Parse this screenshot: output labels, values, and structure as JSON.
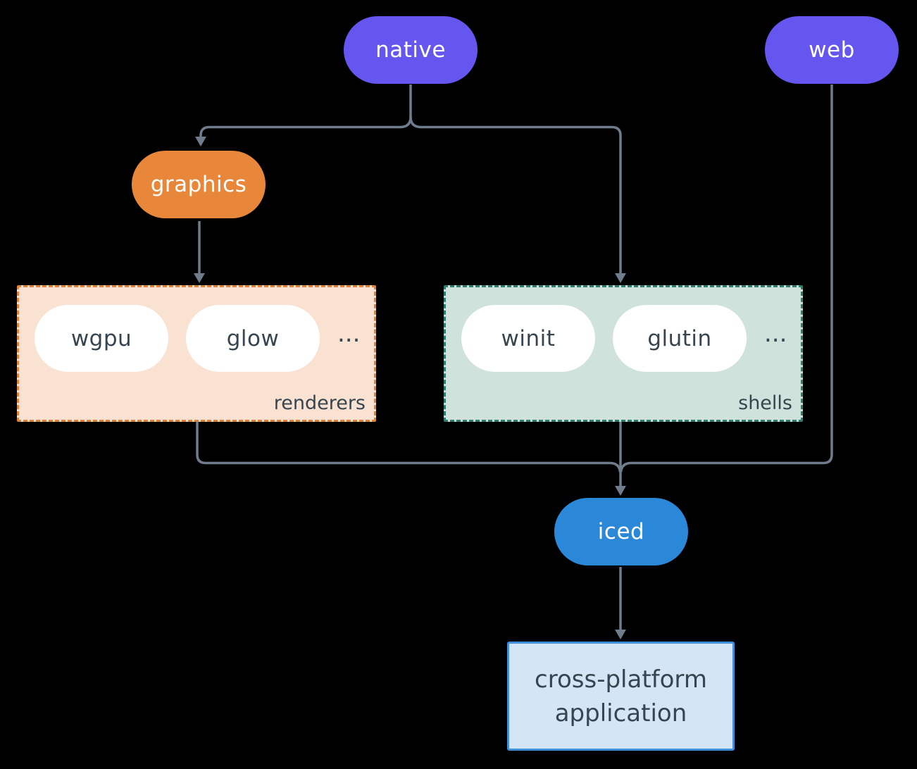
{
  "diagram": {
    "nodes": {
      "native": {
        "label": "native"
      },
      "web": {
        "label": "web"
      },
      "graphics": {
        "label": "graphics"
      },
      "iced": {
        "label": "iced"
      },
      "application": {
        "label_line1": "cross-platform",
        "label_line2": "application"
      }
    },
    "groups": {
      "renderers": {
        "label": "renderers",
        "items": [
          "wgpu",
          "glow"
        ],
        "ellipsis": "..."
      },
      "shells": {
        "label": "shells",
        "items": [
          "winit",
          "glutin"
        ],
        "ellipsis": "..."
      }
    },
    "colors": {
      "background": "#000000",
      "purple_node": "#6456ee",
      "orange_node": "#e8873a",
      "blue_node": "#2b88d9",
      "white_node": "#ffffff",
      "renderers_fill": "#f9e2d2",
      "renderers_border": "#e0823c",
      "shells_fill": "#d0e2dc",
      "shells_border": "#2e7d6e",
      "application_fill": "#d4e6f6",
      "application_border": "#3f8fdc",
      "connector_line": "#6e7c8c",
      "dark_text": "#36454f",
      "light_text": "#ffffff"
    }
  }
}
